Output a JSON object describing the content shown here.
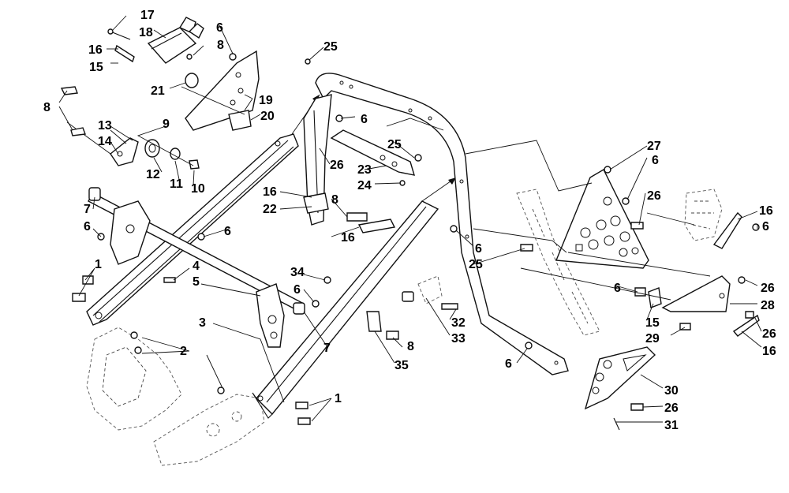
{
  "callouts": [
    {
      "id": "c17",
      "text": "17"
    },
    {
      "id": "c18",
      "text": "18"
    },
    {
      "id": "c16a",
      "text": "16"
    },
    {
      "id": "c15a",
      "text": "15"
    },
    {
      "id": "c6a",
      "text": "6"
    },
    {
      "id": "c8a",
      "text": "8"
    },
    {
      "id": "c8b",
      "text": "8"
    },
    {
      "id": "c21",
      "text": "21"
    },
    {
      "id": "c19",
      "text": "19"
    },
    {
      "id": "c20",
      "text": "20"
    },
    {
      "id": "c13",
      "text": "13"
    },
    {
      "id": "c9",
      "text": "9"
    },
    {
      "id": "c14",
      "text": "14"
    },
    {
      "id": "c12",
      "text": "12"
    },
    {
      "id": "c11",
      "text": "11"
    },
    {
      "id": "c10",
      "text": "10"
    },
    {
      "id": "c25a",
      "text": "25"
    },
    {
      "id": "c6b",
      "text": "6"
    },
    {
      "id": "c25b",
      "text": "25"
    },
    {
      "id": "c26a",
      "text": "26"
    },
    {
      "id": "c23",
      "text": "23"
    },
    {
      "id": "c24",
      "text": "24"
    },
    {
      "id": "c16b",
      "text": "16"
    },
    {
      "id": "c22",
      "text": "22"
    },
    {
      "id": "c8c",
      "text": "8"
    },
    {
      "id": "c16c",
      "text": "16"
    },
    {
      "id": "c7a",
      "text": "7"
    },
    {
      "id": "c6c",
      "text": "6"
    },
    {
      "id": "c6d",
      "text": "6"
    },
    {
      "id": "c1a",
      "text": "1"
    },
    {
      "id": "c4",
      "text": "4"
    },
    {
      "id": "c5",
      "text": "5"
    },
    {
      "id": "c34",
      "text": "34"
    },
    {
      "id": "c6e",
      "text": "6"
    },
    {
      "id": "c3",
      "text": "3"
    },
    {
      "id": "c7b",
      "text": "7"
    },
    {
      "id": "c2",
      "text": "2"
    },
    {
      "id": "c32",
      "text": "32"
    },
    {
      "id": "c33",
      "text": "33"
    },
    {
      "id": "c8d",
      "text": "8"
    },
    {
      "id": "c35",
      "text": "35"
    },
    {
      "id": "c1b",
      "text": "1"
    },
    {
      "id": "c6f",
      "text": "6"
    },
    {
      "id": "c25c",
      "text": "25"
    },
    {
      "id": "c27",
      "text": "27"
    },
    {
      "id": "c6g",
      "text": "6"
    },
    {
      "id": "c26b",
      "text": "26"
    },
    {
      "id": "c16d",
      "text": "16"
    },
    {
      "id": "c6h",
      "text": "6"
    },
    {
      "id": "c6i",
      "text": "6"
    },
    {
      "id": "c26c",
      "text": "26"
    },
    {
      "id": "c28",
      "text": "28"
    },
    {
      "id": "c15b",
      "text": "15"
    },
    {
      "id": "c26d",
      "text": "26"
    },
    {
      "id": "c29",
      "text": "29"
    },
    {
      "id": "c16e",
      "text": "16"
    },
    {
      "id": "c6j",
      "text": "6"
    },
    {
      "id": "c30",
      "text": "30"
    },
    {
      "id": "c26e",
      "text": "26"
    },
    {
      "id": "c31",
      "text": "31"
    }
  ],
  "colors": {
    "ink": "#111111",
    "background": "#ffffff"
  }
}
